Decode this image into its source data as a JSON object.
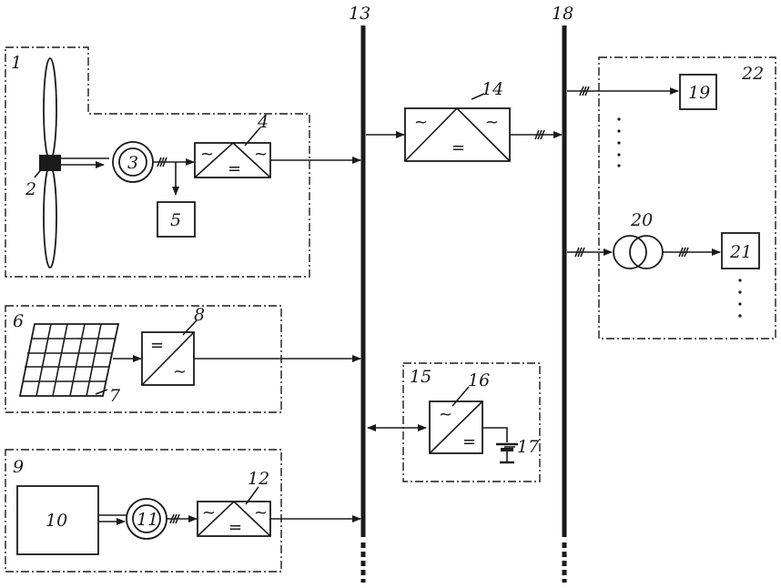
{
  "labels": {
    "n1": "1",
    "n2": "2",
    "n3": "3",
    "n4": "4",
    "n5": "5",
    "n6": "6",
    "n7": "7",
    "n8": "8",
    "n9": "9",
    "n10": "10",
    "n11": "11",
    "n12": "12",
    "n13": "13",
    "n14": "14",
    "n15": "15",
    "n16": "16",
    "n17": "17",
    "n18": "18",
    "n19": "19",
    "n20": "20",
    "n21": "21",
    "n22": "22"
  },
  "symbols": {
    "ac": "~",
    "dc": "="
  },
  "colors": {
    "ink": "#1a1a1a",
    "background": "#ffffff"
  }
}
